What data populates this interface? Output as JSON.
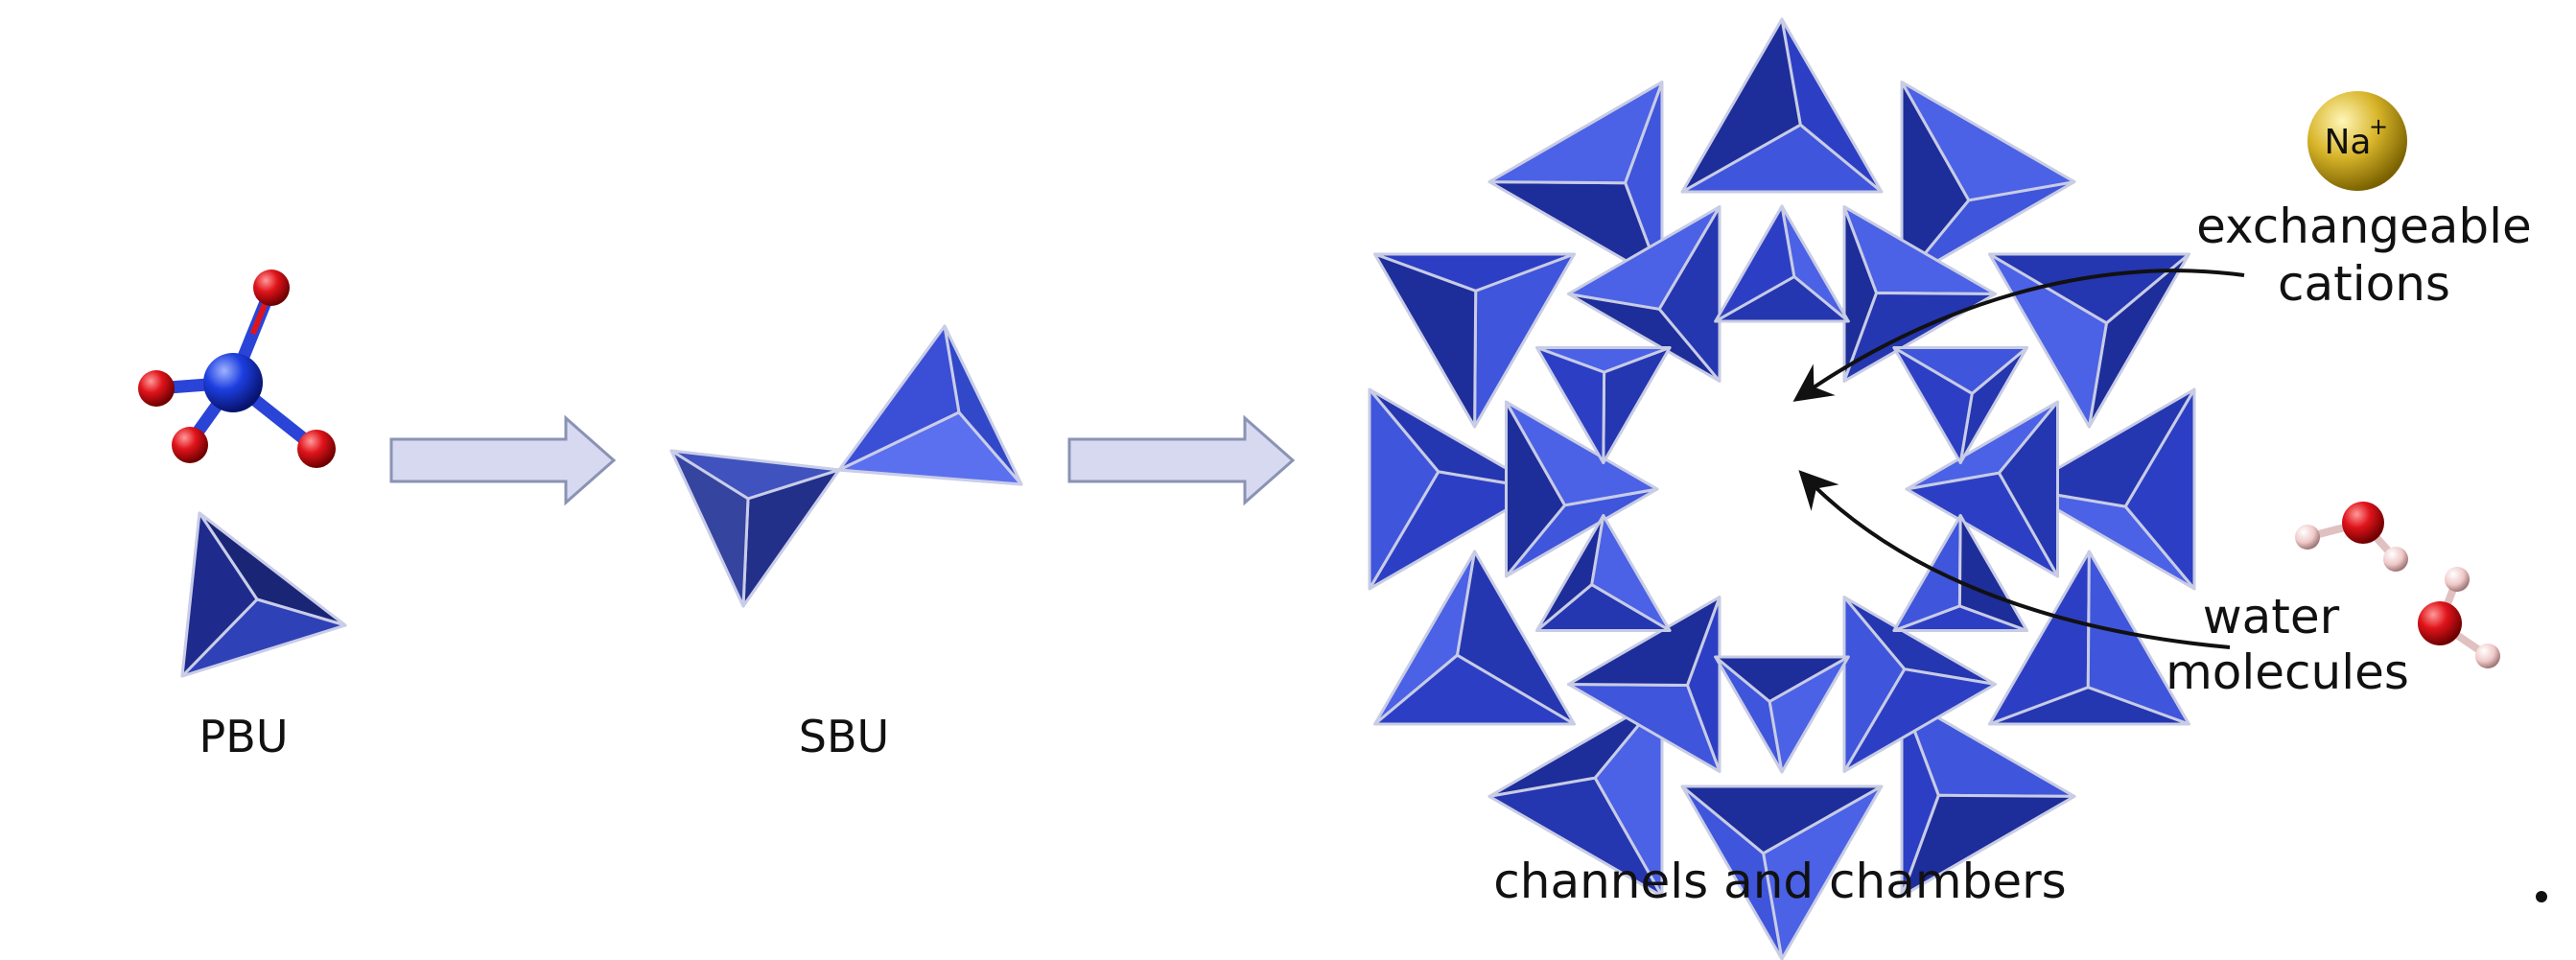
{
  "labels": {
    "pbu": "PBU",
    "sbu": "SBU",
    "framework": "channels and chambers",
    "cation_symbol": "Na",
    "cation_charge": "+",
    "cations_line1": "exchangeable",
    "cations_line2": "cations",
    "water_line1": "water",
    "water_line2": "molecules"
  },
  "colors": {
    "tetra_dark": "#1c2a86",
    "tetra_mid": "#2b3dbd",
    "tetra_light": "#4b61e6",
    "oxygen": "#e0141b",
    "silicon": "#1d3fe0",
    "sodium": "#d8b52a",
    "hydrogen": "#f0c9c9",
    "arrow_fill": "#d6d9f0",
    "arrow_stroke": "#8a93b4"
  },
  "icons": [
    "tetrahedron-ball-and-stick-icon",
    "tetrahedron-polyhedron-icon",
    "sodium-ion-icon",
    "water-molecule-icon"
  ]
}
